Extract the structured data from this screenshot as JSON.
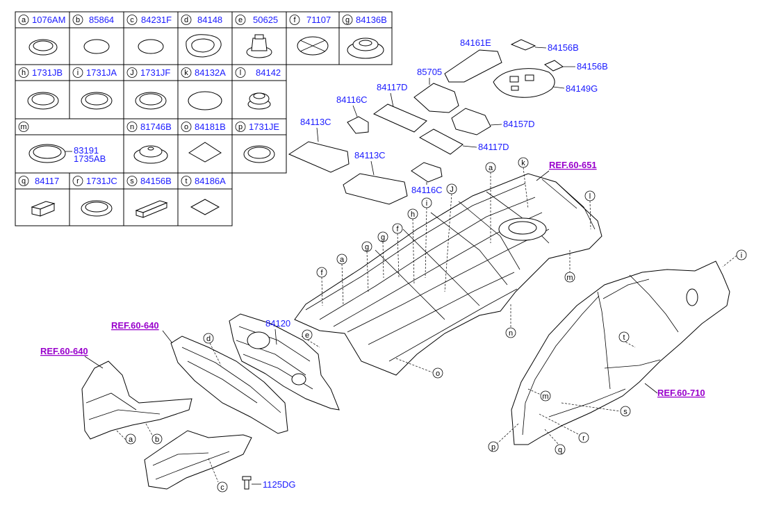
{
  "legend": {
    "row1": [
      {
        "letter": "a",
        "part": "1076AM"
      },
      {
        "letter": "b",
        "part": "85864"
      },
      {
        "letter": "c",
        "part": "84231F"
      },
      {
        "letter": "d",
        "part": "84148"
      },
      {
        "letter": "e",
        "part": "50625"
      },
      {
        "letter": "f",
        "part": "71107"
      },
      {
        "letter": "g",
        "part": "84136B"
      }
    ],
    "row2": [
      {
        "letter": "h",
        "part": "1731JB"
      },
      {
        "letter": "i",
        "part": "1731JA"
      },
      {
        "letter": "J",
        "part": "1731JF"
      },
      {
        "letter": "k",
        "part": "84132A"
      },
      {
        "letter": "l",
        "part": "84142"
      }
    ],
    "row3": [
      {
        "letter": "m",
        "part": ""
      },
      {
        "letter": "n",
        "part": "81746B"
      },
      {
        "letter": "o",
        "part": "84181B"
      },
      {
        "letter": "p",
        "part": "1731JE"
      }
    ],
    "row3_m_parts": [
      "83191",
      "1735AB"
    ],
    "row4": [
      {
        "letter": "q",
        "part": "84117"
      },
      {
        "letter": "r",
        "part": "1731JC"
      },
      {
        "letter": "s",
        "part": "84156B"
      },
      {
        "letter": "t",
        "part": "84186A"
      }
    ]
  },
  "parts": {
    "p84161E": "84161E",
    "p84156B_1": "84156B",
    "p84156B_2": "84156B",
    "p85705": "85705",
    "p84149G": "84149G",
    "p84117D_1": "84117D",
    "p84116C_1": "84116C",
    "p84157D": "84157D",
    "p84113C_1": "84113C",
    "p84117D_2": "84117D",
    "p84113C_2": "84113C",
    "p84116C_2": "84116C",
    "p84120": "84120",
    "p1125DG": "1125DG"
  },
  "refs": {
    "ref_651": "REF.60-651",
    "ref_640_a": "REF.60-640",
    "ref_640_b": "REF.60-640",
    "ref_710": "REF.60-710"
  },
  "callouts": {
    "floor": [
      "a",
      "k",
      "l",
      "J",
      "i",
      "h",
      "f",
      "g",
      "g",
      "f",
      "a",
      "m",
      "n",
      "o"
    ],
    "dash": [
      "d",
      "e"
    ],
    "front_left": [
      "a",
      "b",
      "c"
    ],
    "side": [
      "i",
      "t",
      "m",
      "s",
      "r",
      "p",
      "q"
    ]
  }
}
